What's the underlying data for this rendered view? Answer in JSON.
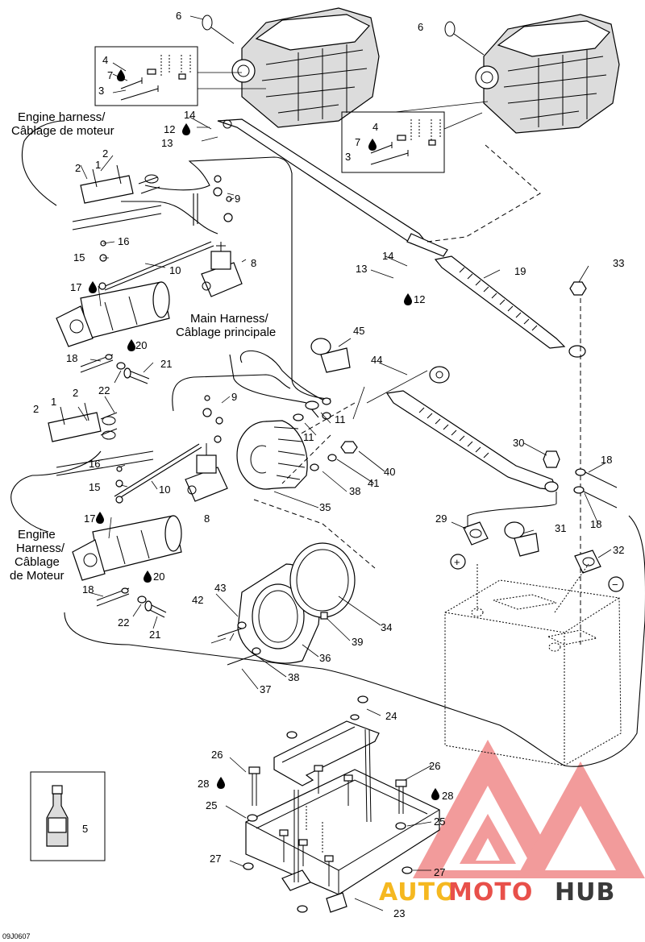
{
  "diagram": {
    "harness_label_top": [
      "Engine harness/",
      "Câblage de moteur"
    ],
    "harness_label_bottom": [
      "Engine",
      "Harness/",
      "Câblage",
      "de Moteur"
    ],
    "main_harness_label": [
      "Main Harness/",
      "Câblage principale"
    ],
    "reference_code": "09J0607",
    "callouts": {
      "c1a": "1",
      "c1b": "1",
      "c2a": "2",
      "c2b": "2",
      "c2c": "2",
      "c2d": "2",
      "c3a": "3",
      "c3b": "3",
      "c4a": "4",
      "c4b": "4",
      "c5": "5",
      "c6a": "6",
      "c6b": "6",
      "c7a": "7",
      "c7b": "7",
      "c8a": "8",
      "c8b": "8",
      "c9a": "9",
      "c9b": "9",
      "c10a": "10",
      "c10b": "10",
      "c11a": "11",
      "c11b": "11",
      "c12a": "12",
      "c12b": "12",
      "c13a": "13",
      "c13b": "13",
      "c14a": "14",
      "c14b": "14",
      "c15a": "15",
      "c15b": "15",
      "c16a": "16",
      "c16b": "16",
      "c17a": "17",
      "c17b": "17",
      "c18a": "18",
      "c18b": "18",
      "c18c": "18",
      "c18d": "18",
      "c19": "19",
      "c20a": "20",
      "c20b": "20",
      "c21a": "21",
      "c21b": "21",
      "c22a": "22",
      "c22b": "22",
      "c23": "23",
      "c24": "24",
      "c25a": "25",
      "c25b": "25",
      "c26a": "26",
      "c26b": "26",
      "c27a": "27",
      "c27b": "27",
      "c28a": "28",
      "c28b": "28",
      "c29": "29",
      "c30": "30",
      "c31": "31",
      "c32": "32",
      "c33": "33",
      "c34": "34",
      "c35": "35",
      "c36": "36",
      "c37": "37",
      "c38a": "38",
      "c38b": "38",
      "c39": "39",
      "c40": "40",
      "c41": "41",
      "c42": "42",
      "c43": "43",
      "c44": "44",
      "c45": "45"
    },
    "polarity": {
      "positive": "+",
      "negative": "−"
    }
  },
  "watermark": {
    "word_a": "AUTO",
    "word_b": "MOTO",
    "word_c": "HUB",
    "colors": {
      "logo": "#f08a8a",
      "auto": "#f5b820",
      "moto": "#e8504a",
      "hub": "#3a3a3a"
    }
  }
}
